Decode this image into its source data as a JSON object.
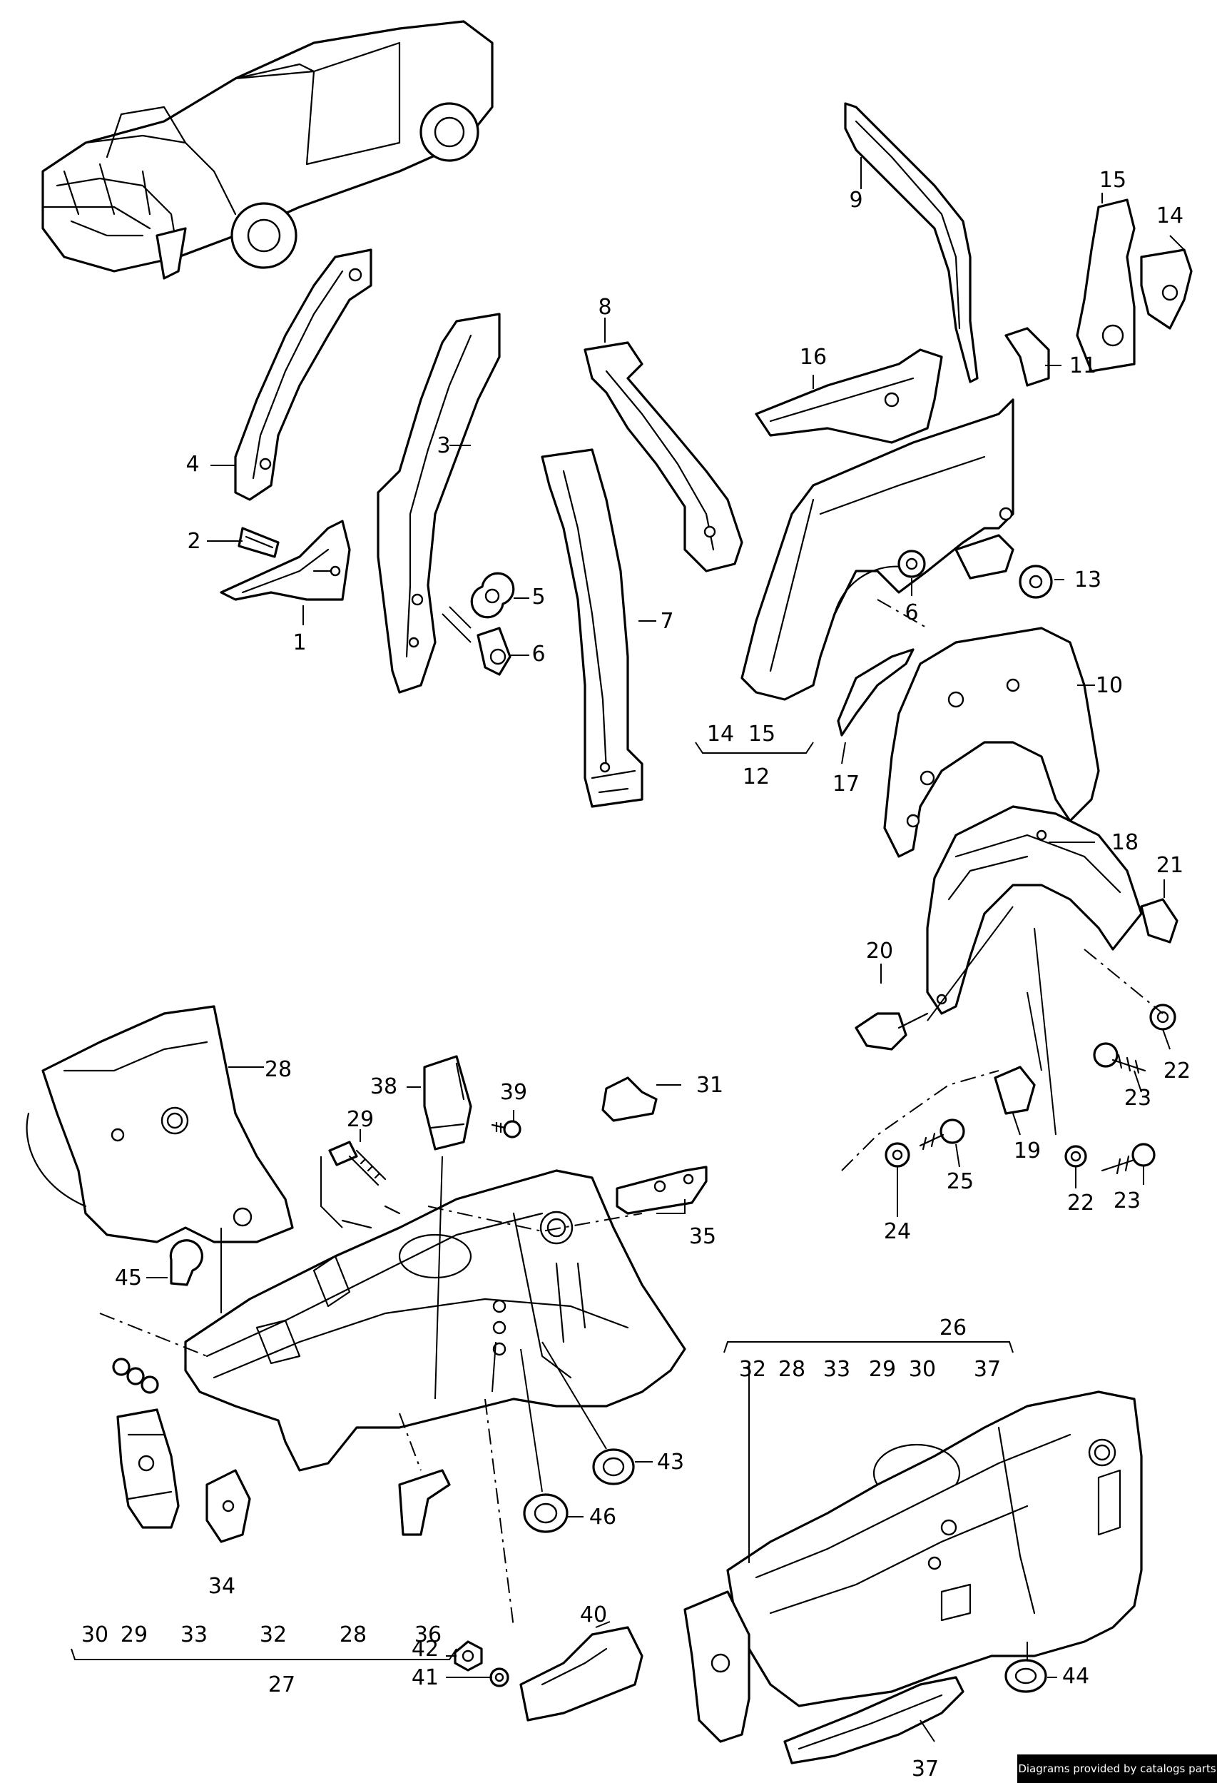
{
  "callouts": {
    "c1": "1",
    "c2": "2",
    "c3": "3",
    "c4": "4",
    "c5": "5",
    "c6a": "6",
    "c6b": "6",
    "c7": "7",
    "c8": "8",
    "c9": "9",
    "c10": "10",
    "c11": "11",
    "c12": "12",
    "c13": "13",
    "c14a": "14",
    "c14b": "14",
    "c15a": "15",
    "c15b": "15",
    "c16": "16",
    "c17": "17",
    "c18": "18",
    "c19": "19",
    "c20": "20",
    "c21": "21",
    "c22a": "22",
    "c22b": "22",
    "c23a": "23",
    "c23b": "23",
    "c24": "24",
    "c25": "25",
    "c26": "26",
    "c27": "27",
    "c28a": "28",
    "c28b": "28",
    "c28c": "28",
    "c29a": "29",
    "c29b": "29",
    "c29c": "29",
    "c30a": "30",
    "c30b": "30",
    "c31": "31",
    "c32a": "32",
    "c32b": "32",
    "c33a": "33",
    "c33b": "33",
    "c34": "34",
    "c35": "35",
    "c36": "36",
    "c37a": "37",
    "c37b": "37",
    "c38": "38",
    "c39": "39",
    "c40": "40",
    "c41": "41",
    "c42": "42",
    "c43": "43",
    "c44": "44",
    "c45": "45",
    "c46": "46"
  },
  "footer": {
    "credit": "Diagrams provided by catalogs parts"
  }
}
